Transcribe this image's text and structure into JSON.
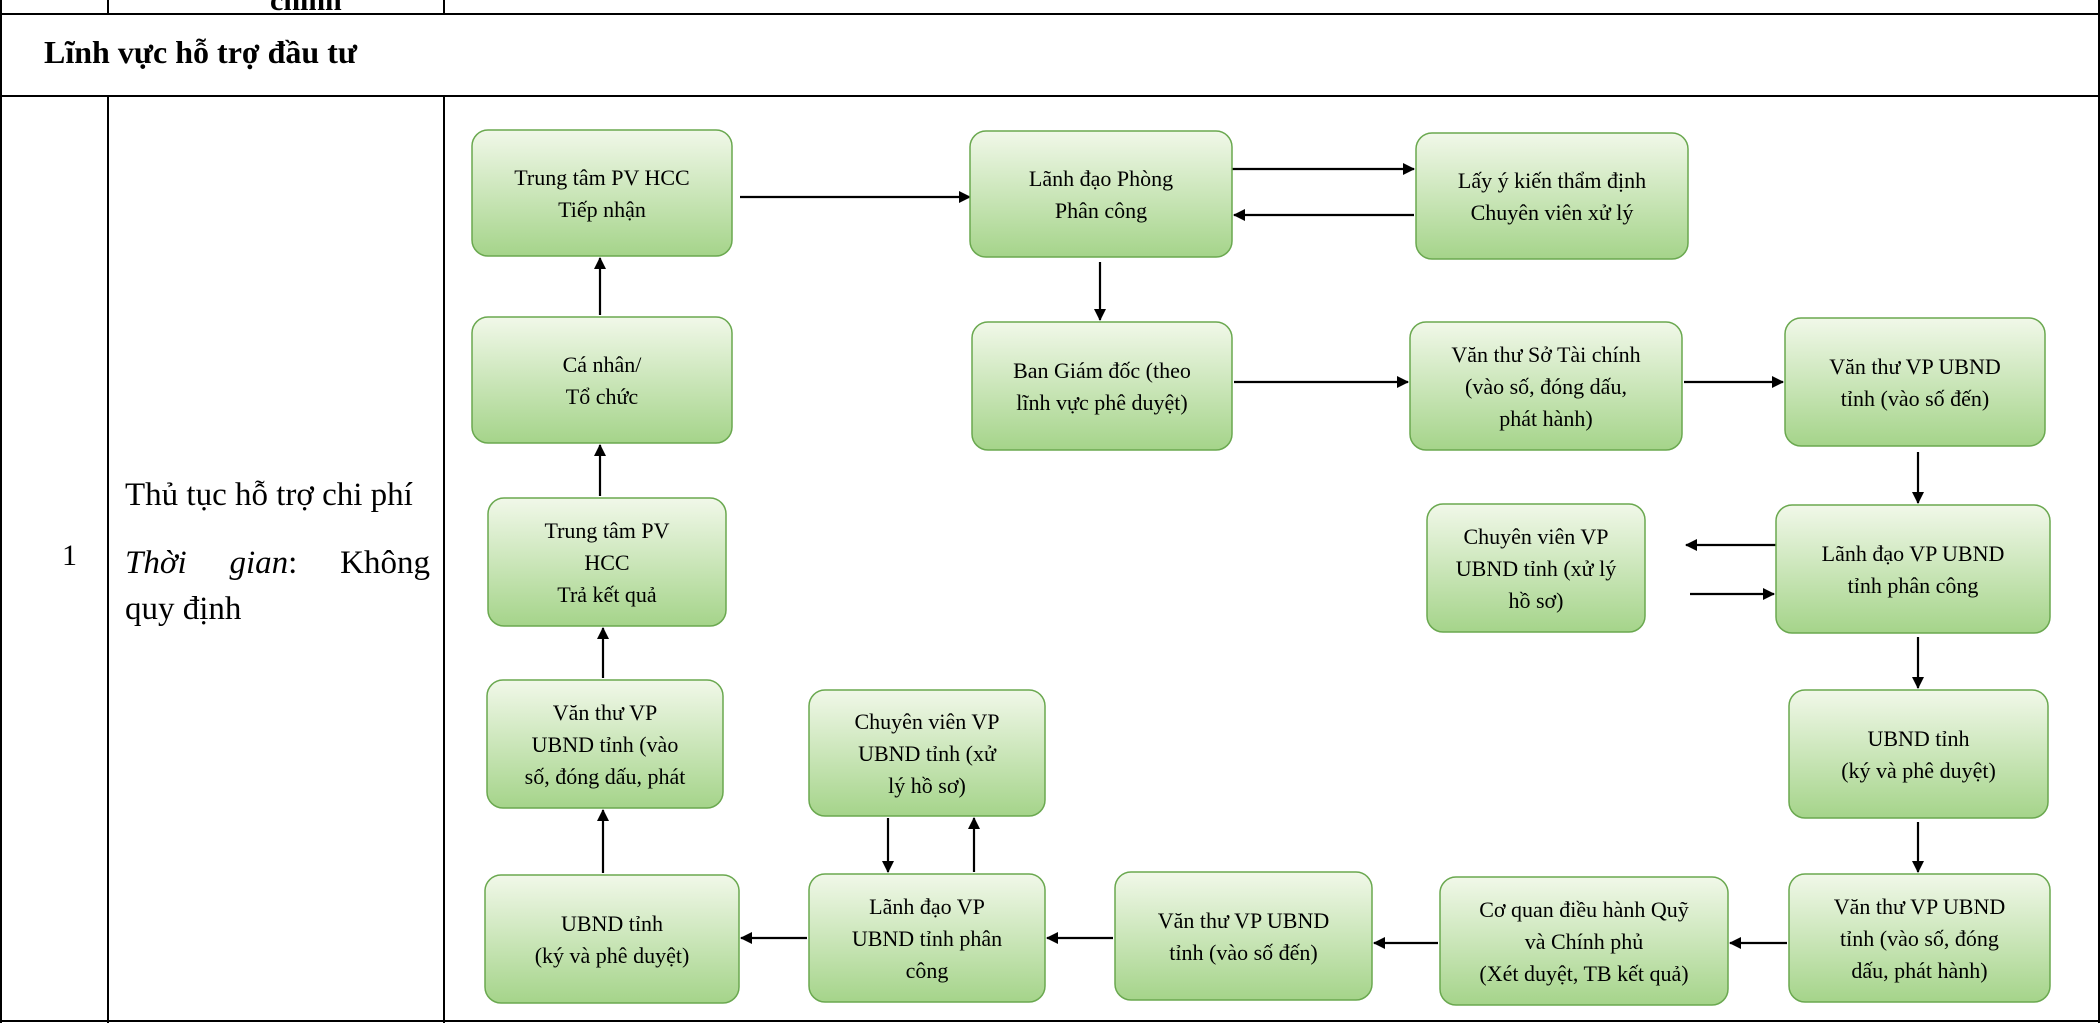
{
  "top_cut_text": "chính",
  "section_title": "Lĩnh vực hỗ trợ đầu tư",
  "row": {
    "number": "1",
    "procedure_name": "Thủ tục hỗ trợ chi phí",
    "time_label": "Thời gian",
    "time_colon": ":",
    "time_value_1": "Không",
    "time_value_2": "quy định"
  },
  "flow_boxes": [
    {
      "id": "n1",
      "lines": [
        "Trung tâm PV HCC",
        "Tiếp nhận"
      ]
    },
    {
      "id": "n2",
      "lines": [
        "Lãnh đạo Phòng",
        "Phân công"
      ]
    },
    {
      "id": "n3",
      "lines": [
        "Lấy ý kiến thẩm định",
        "Chuyên viên xử lý"
      ]
    },
    {
      "id": "n4",
      "lines": [
        "Cá nhân/",
        "Tổ chức"
      ]
    },
    {
      "id": "n5",
      "lines": [
        "Ban Giám đốc (theo",
        "lĩnh vực phê duyệt)"
      ]
    },
    {
      "id": "n6",
      "lines": [
        "Văn thư Sở Tài chính",
        "(vào số, đóng dấu,",
        "phát hành)"
      ]
    },
    {
      "id": "n7",
      "lines": [
        "Văn thư VP UBND",
        "tỉnh (vào số đến)"
      ]
    },
    {
      "id": "n8",
      "lines": [
        "Trung tâm PV",
        "HCC",
        "Trả kết quả"
      ]
    },
    {
      "id": "n9",
      "lines": [
        "Chuyên viên VP",
        "UBND tỉnh (xử lý",
        "hồ sơ)"
      ]
    },
    {
      "id": "n10",
      "lines": [
        "Lãnh đạo VP UBND",
        "tỉnh phân công"
      ]
    },
    {
      "id": "n11",
      "lines": [
        "Văn thư VP",
        "UBND tỉnh (vào",
        "số, đóng dấu, phát"
      ]
    },
    {
      "id": "n12",
      "lines": [
        "Chuyên viên VP",
        "UBND tỉnh (xử",
        "lý hồ sơ)"
      ]
    },
    {
      "id": "n13",
      "lines": [
        "UBND tỉnh",
        "(ký và phê duyệt)"
      ]
    },
    {
      "id": "n14",
      "lines": [
        "UBND tỉnh",
        "(ký và phê duyệt)"
      ]
    },
    {
      "id": "n15",
      "lines": [
        "Lãnh đạo VP",
        "UBND tỉnh phân",
        "công"
      ]
    },
    {
      "id": "n16",
      "lines": [
        "Văn thư VP UBND",
        "tỉnh (vào số đến)"
      ]
    },
    {
      "id": "n17",
      "lines": [
        "Cơ quan điều hành Quỹ",
        "và Chính phủ",
        "(Xét duyệt, TB kết quả)"
      ]
    },
    {
      "id": "n18",
      "lines": [
        "Văn thư VP UBND",
        "tỉnh (vào số, đóng",
        "dấu, phát hành)"
      ]
    }
  ],
  "colors": {
    "box_top": "#f1f8e9",
    "box_bottom": "#a5d48a",
    "box_border": "#6aa84f",
    "line": "#000000"
  }
}
